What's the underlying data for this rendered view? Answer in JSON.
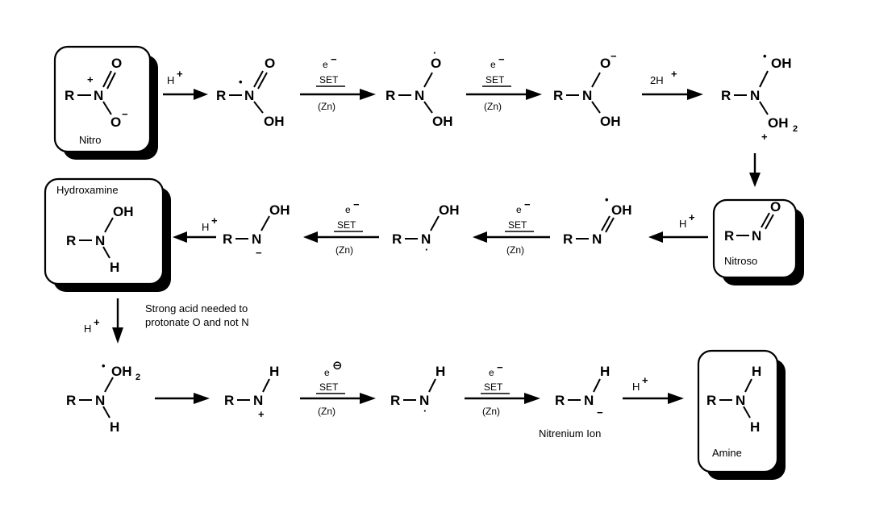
{
  "atoms": {
    "R": "R",
    "N": "N",
    "O": "O",
    "H": "H",
    "OH": "OH",
    "OH2": "OH",
    "sub2": "2"
  },
  "charges": {
    "plus": "+",
    "minus": "−",
    "dot": "·",
    "bullet": "•",
    "circle_minus": "⊖"
  },
  "reagents": {
    "h_plus": "H",
    "two_h_plus": "2H",
    "electron": "e",
    "set": "SET",
    "zn": "(Zn)"
  },
  "boxes": {
    "nitro": "Nitro",
    "hydroxamine": "Hydroxamine",
    "nitroso": "Nitroso",
    "amine": "Amine"
  },
  "notes": {
    "strong_acid_line1": "Strong acid needed to",
    "strong_acid_line2": "protonate O and not N",
    "nitrenium": "Nitrenium Ion"
  }
}
